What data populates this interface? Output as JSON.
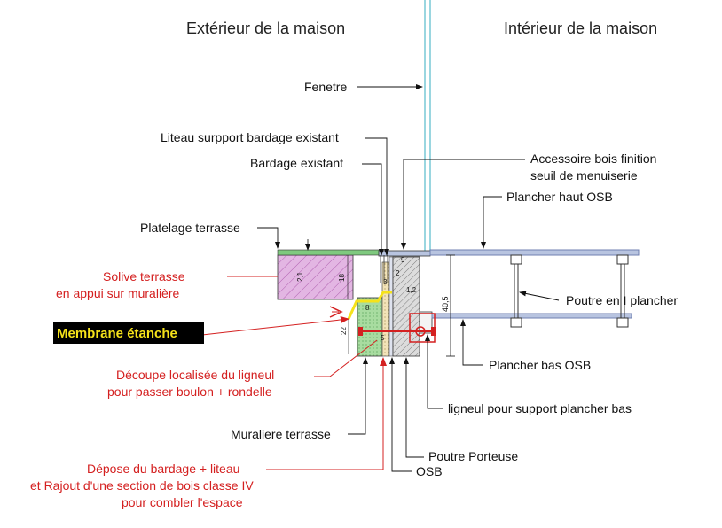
{
  "headers": {
    "exterior": "Extérieur de la maison",
    "interior": "Intérieur de la maison"
  },
  "labels": {
    "fenetre": "Fenetre",
    "liteau": "Liteau surpport bardage existant",
    "bardage": "Bardage existant",
    "accessoire_l1": "Accessoire bois finition",
    "accessoire_l2": "seuil de menuiserie",
    "plancher_haut": "Plancher haut OSB",
    "platelage": "Platelage terrasse",
    "poutre_i": "Poutre en I plancher",
    "plancher_bas": "Plancher bas OSB",
    "ligneul": "ligneul pour support plancher bas",
    "muraliere": "Muraliere terrasse",
    "poutre_porteuse": "Poutre Porteuse",
    "osb": "OSB"
  },
  "red_labels": {
    "solive_l1": "Solive terrasse",
    "solive_l2": "en appui sur muralière",
    "decoupe_l1": "Découpe localisée du ligneul",
    "decoupe_l2": "pour passer boulon + rondelle",
    "depose_l1": "Dépose du bardage + liteau",
    "depose_l2": "et Rajout d'une section de bois classe IV",
    "depose_l3": "pour combler l'espace"
  },
  "membrane": "Membrane étanche",
  "dimensions": {
    "d21": "2,1",
    "d18": "18",
    "d9": "9",
    "d2": "2",
    "d3": "3",
    "d12": "1,2",
    "d8": "8",
    "d22": "22",
    "d5": "5",
    "d405": "40,5"
  },
  "colors": {
    "solive_fill": "#e3b6e3",
    "solive_hatch": "#b060b0",
    "deck_green": "#7fc97f",
    "osb_blue": "#6f7fb0",
    "window_cyan": "#79c9d6",
    "red": "#d42020",
    "membrane_yellow": "#f5e21a",
    "beam_hatch": "#888888",
    "muraliere_green": "#9fd59f"
  }
}
